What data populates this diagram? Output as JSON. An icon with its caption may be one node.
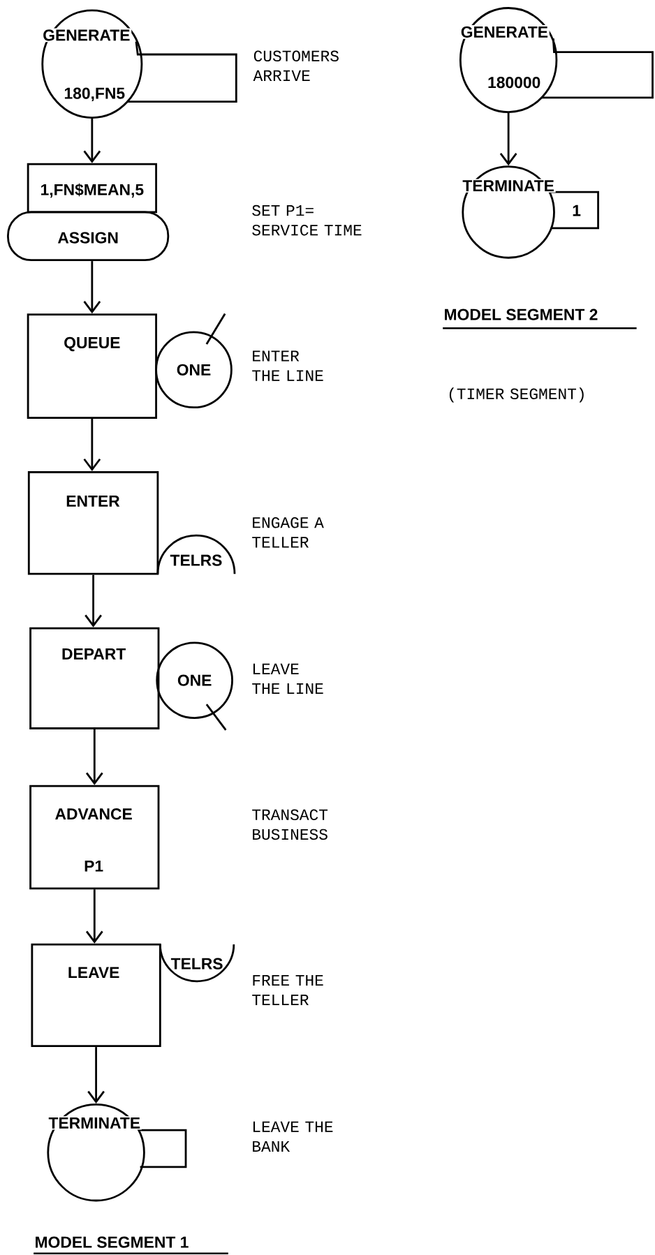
{
  "diagram": {
    "nodes": [
      {
        "text": [
          "GENERATE",
          "180,FN5"
        ]
      },
      {
        "text": [
          "1,FN$MEAN,5",
          "ASSIGN"
        ]
      },
      {
        "text": [
          "QUEUE"
        ]
      },
      {
        "text": [
          "ONE"
        ]
      },
      {
        "text": [
          "ENTER"
        ]
      },
      {
        "text": [
          "TELRS"
        ]
      },
      {
        "text": [
          "DEPART"
        ]
      },
      {
        "text": [
          "ONE"
        ]
      },
      {
        "text": [
          "ADVANCE",
          "P1"
        ]
      },
      {
        "text": [
          "LEAVE"
        ]
      },
      {
        "text": [
          "TELRS"
        ]
      },
      {
        "text": [
          "TERMINATE"
        ]
      },
      {
        "text": [
          "GENERATE",
          "180000"
        ]
      },
      {
        "text": [
          "TERMINATE",
          "1"
        ]
      }
    ],
    "edges": [
      {
        "from": 0,
        "to": 1,
        "arrow": "to"
      },
      {
        "from": 1,
        "to": 2,
        "arrow": "to"
      },
      {
        "from": 2,
        "to": 4,
        "arrow": "to"
      },
      {
        "from": 4,
        "to": 6,
        "arrow": "to"
      },
      {
        "from": 6,
        "to": 8,
        "arrow": "to"
      },
      {
        "from": 8,
        "to": 9,
        "arrow": "to"
      },
      {
        "from": 9,
        "to": 11,
        "arrow": "to"
      },
      {
        "from": 12,
        "to": 13,
        "arrow": "to"
      }
    ],
    "labels": [
      "CUSTOMERS ARRIVE",
      "SET P1= SERVICE TIME",
      "MODEL SEGMENT 2",
      "ENTER THE LINE",
      "(TIMER SEGMENT)",
      "ENGAGE A TELLER",
      "LEAVE THE LINE",
      "TRANSACT BUSINESS",
      "FREE THE TELLER",
      "LEAVE THE BANK",
      "MODEL SEGMENT 1"
    ]
  }
}
